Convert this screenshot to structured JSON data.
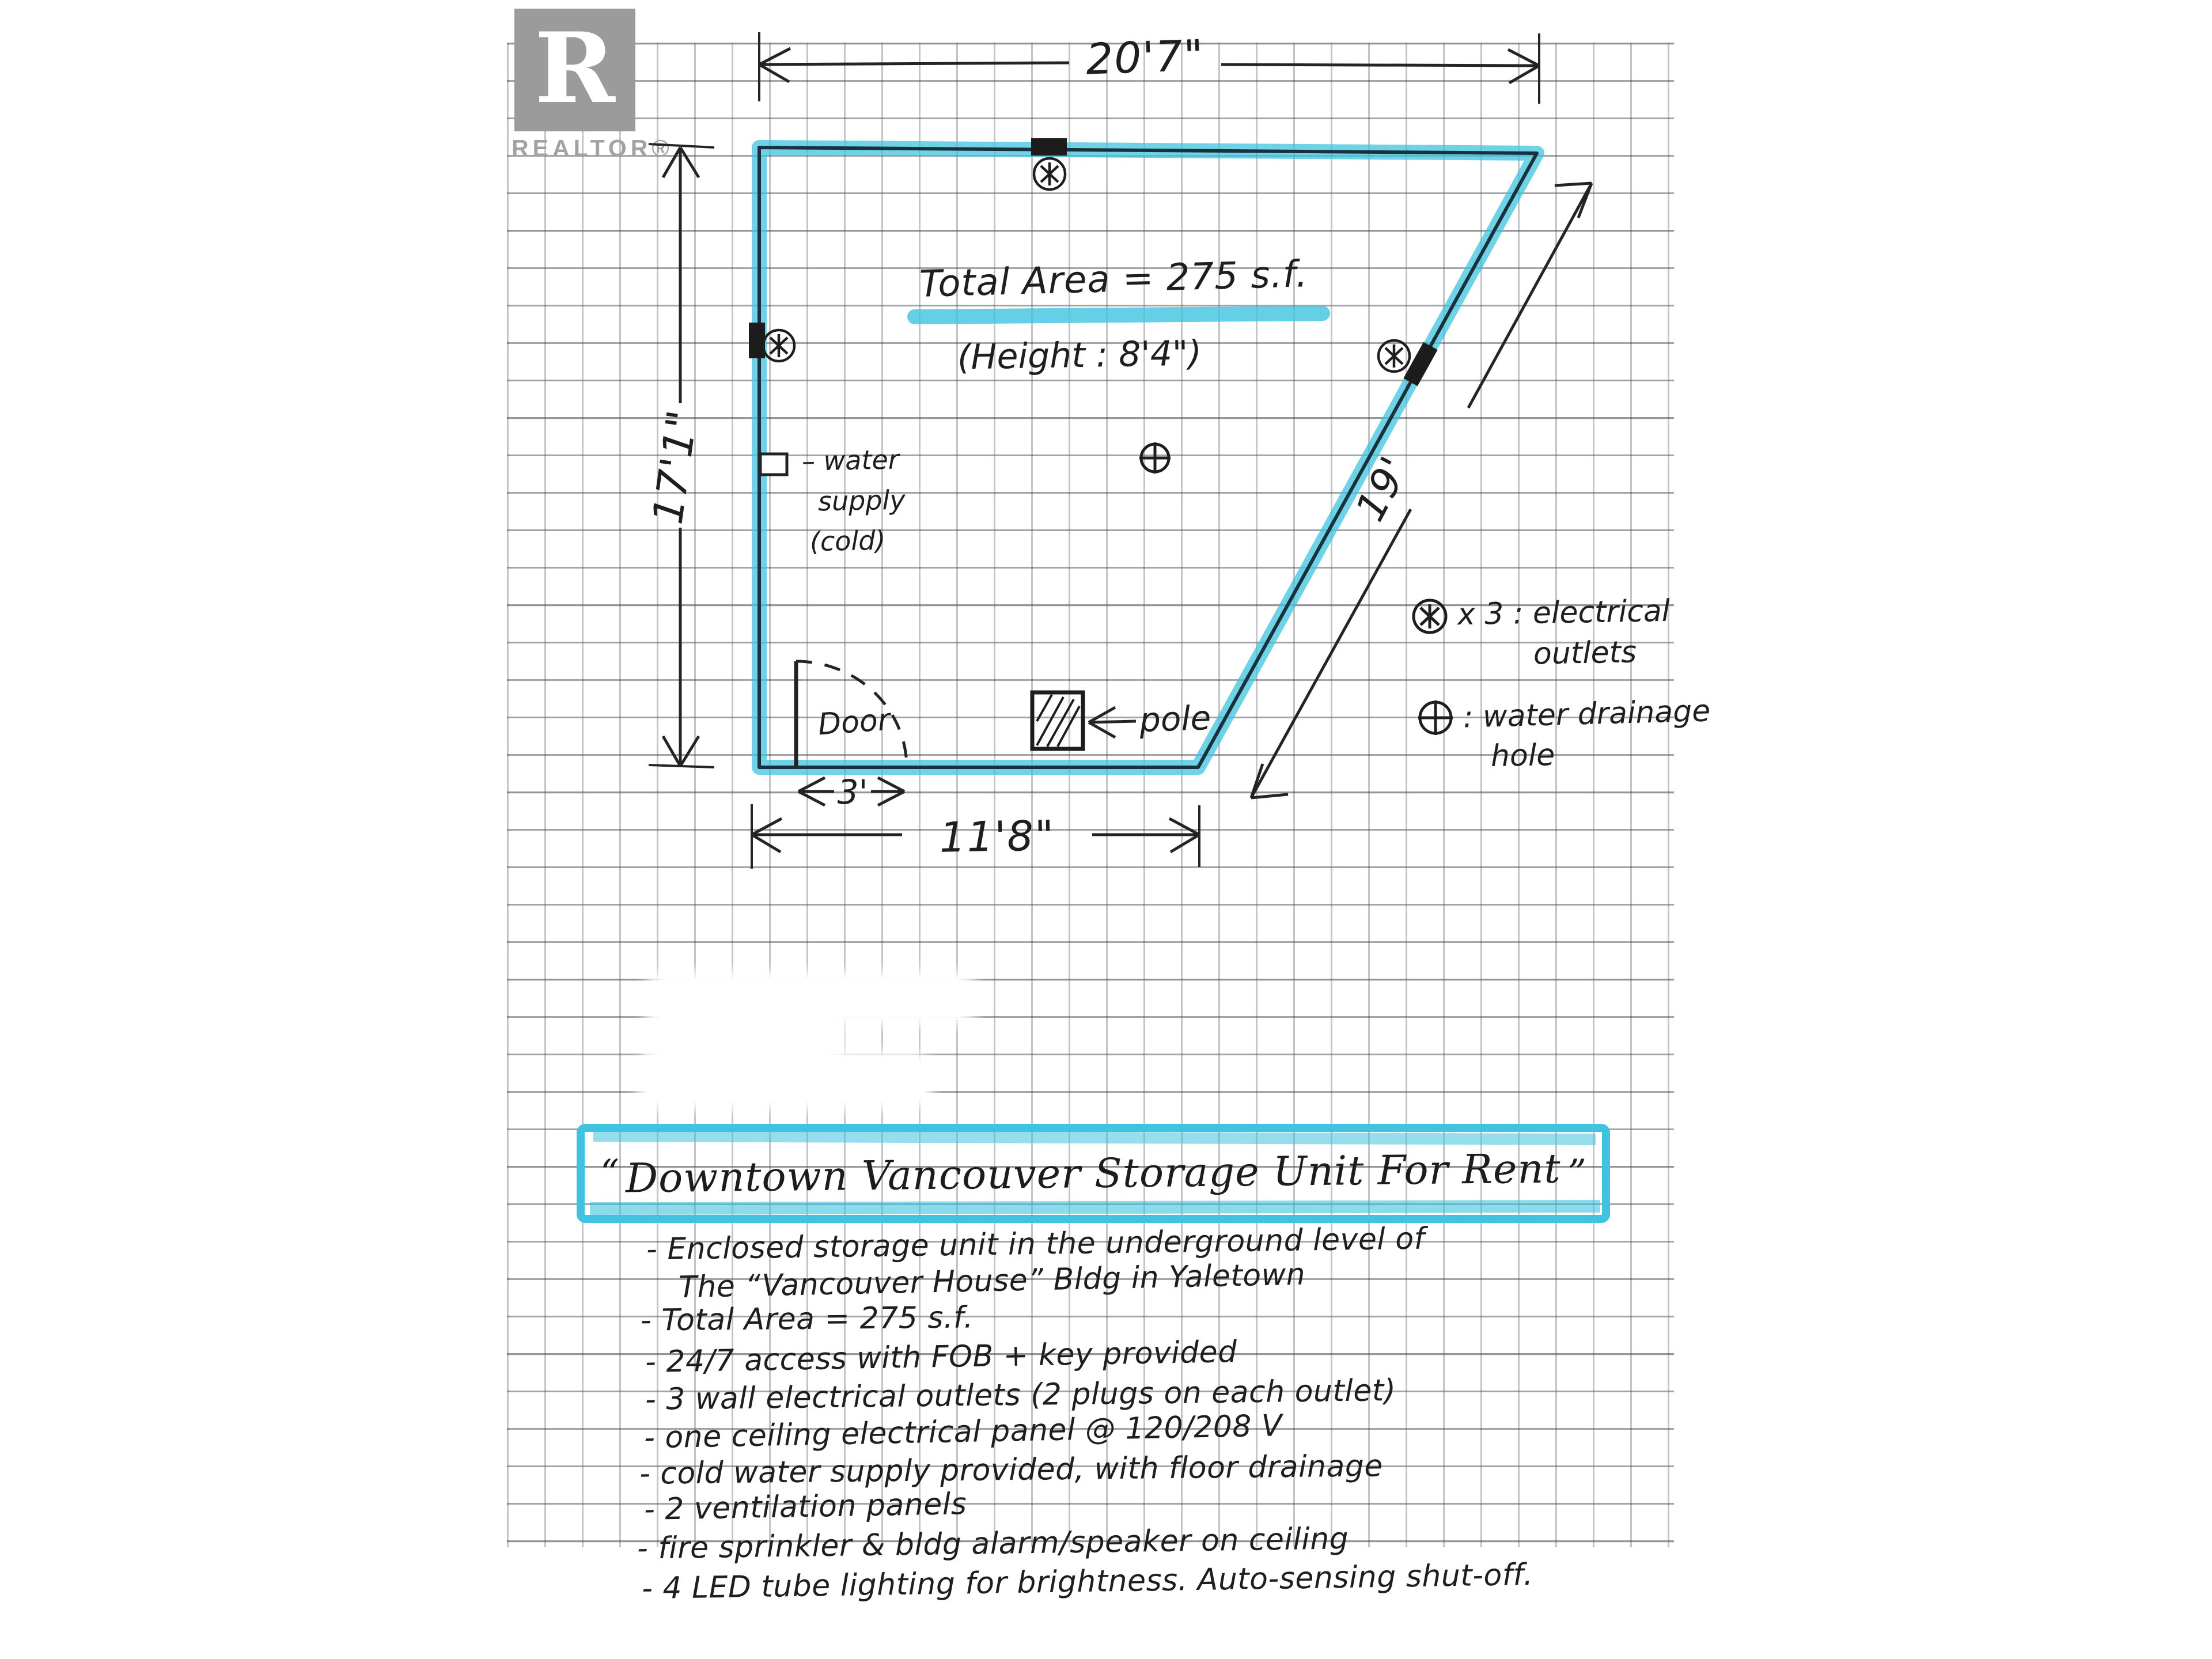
{
  "branding": {
    "logo_letter": "R",
    "logo_label": "REALTOR®"
  },
  "plan": {
    "dimensions": {
      "top": "20'7\"",
      "left": "17'1\"",
      "bottom": "11'8\"",
      "diagonal": "19'",
      "door_width": "3'"
    },
    "annotations": {
      "total_area": "Total Area = 275 s.f.",
      "height": "(Height : 8'4\")",
      "water_supply": [
        "– water",
        "supply",
        "(cold)"
      ],
      "door": "Door",
      "pole": "pole"
    },
    "legend": {
      "outlet_line1": "x 3 : electrical",
      "outlet_line2": "outlets",
      "drain_line1": ": water drainage",
      "drain_line2": "hole"
    },
    "colors": {
      "highlighter": "#3fc3de",
      "ink": "#1e1e1e",
      "logo_gray": "#9b9b9b"
    }
  },
  "listing": {
    "title_quote_open": "“",
    "title": "Downtown Vancouver Storage Unit For Rent",
    "title_quote_close": "”",
    "features": [
      "- Enclosed storage unit in the underground level of",
      "The “Vancouver House” Bldg in Yaletown",
      "- Total Area = 275 s.f.",
      "- 24/7 access with FOB + key provided",
      "- 3 wall electrical outlets (2 plugs on each outlet)",
      "- one ceiling electrical panel @ 120/208 V",
      "- cold water supply provided, with floor drainage",
      "- 2 ventilation panels",
      "- fire sprinkler & bldg alarm/speaker on ceiling",
      "- 4 LED tube lighting for brightness. Auto-sensing shut-off."
    ]
  }
}
